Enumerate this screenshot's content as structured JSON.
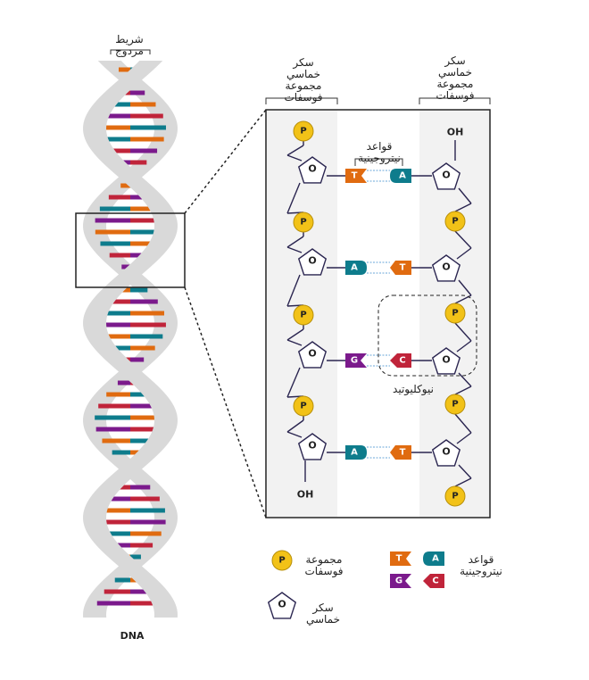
{
  "labels": {
    "double_strand": [
      "شريط",
      "مزدوج"
    ],
    "dna": "DNA",
    "left_col_top": [
      "سكر",
      "خماسي",
      "مجموعة",
      "فوسفات"
    ],
    "right_col_top": [
      "سكر",
      "خماسي",
      "مجموعة",
      "فوسفات"
    ],
    "bases_label": [
      "قواعد",
      "نيتروجينية"
    ],
    "nucleotide": "نيوكليوتيد",
    "oh": "OH",
    "sugar_o": "O",
    "phosphate_letter": "P"
  },
  "pairs": [
    {
      "left": "T",
      "right": "A"
    },
    {
      "left": "A",
      "right": "T"
    },
    {
      "left": "G",
      "right": "C"
    },
    {
      "left": "A",
      "right": "T"
    }
  ],
  "legend": {
    "phosphate": [
      "مجموعة",
      "فوسفات"
    ],
    "sugar": [
      "سكر",
      "خماسي"
    ],
    "bases": [
      "قواعد",
      "نيتروجينية"
    ],
    "base_letters": [
      "T",
      "A",
      "G",
      "C"
    ]
  },
  "colors": {
    "A": "#0e7c8c",
    "T": "#e06b10",
    "G": "#7b1a8c",
    "C": "#c0243a",
    "phosphate_fill": "#f2c218",
    "phosphate_stroke": "#b8900a",
    "backbone": "#2a2550",
    "helix_strand": "#d9d9d9",
    "panel_bg": "#f2f2f2"
  }
}
